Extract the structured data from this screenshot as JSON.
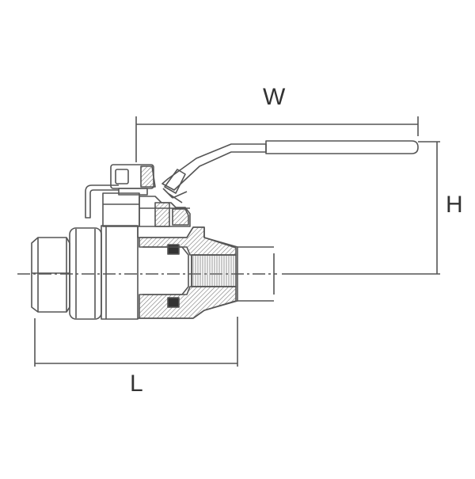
{
  "dimensions": {
    "width_label": "W",
    "height_label": "H",
    "length_label": "L"
  },
  "colors": {
    "line": "#555555",
    "hatch": "#777777",
    "background": "#ffffff"
  }
}
